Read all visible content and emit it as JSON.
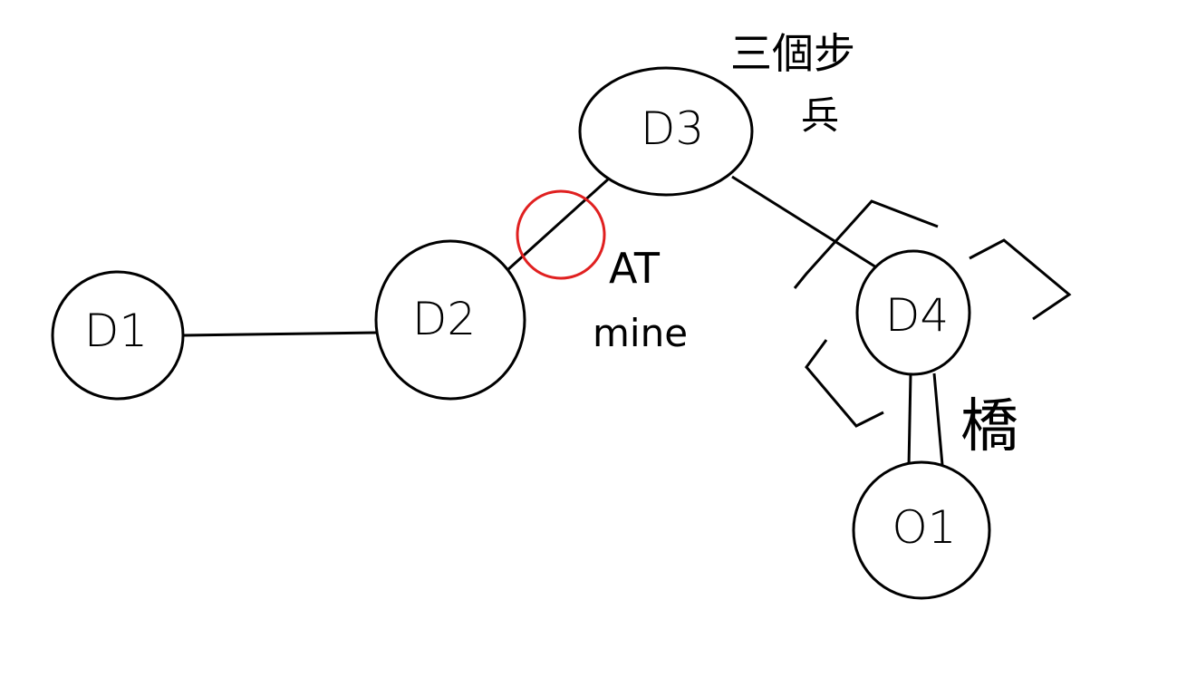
{
  "nodes": {
    "d1": "D1",
    "d2": "D2",
    "d3": "D3",
    "d4": "D4",
    "o1": "O1"
  },
  "annotations": {
    "at_line1": "AT",
    "at_line2": "mine",
    "infantry_line1": "三個步",
    "infantry_line2": "兵",
    "bridge": "橋"
  },
  "colors": {
    "ink": "#000000",
    "highlight": "#e02020"
  }
}
